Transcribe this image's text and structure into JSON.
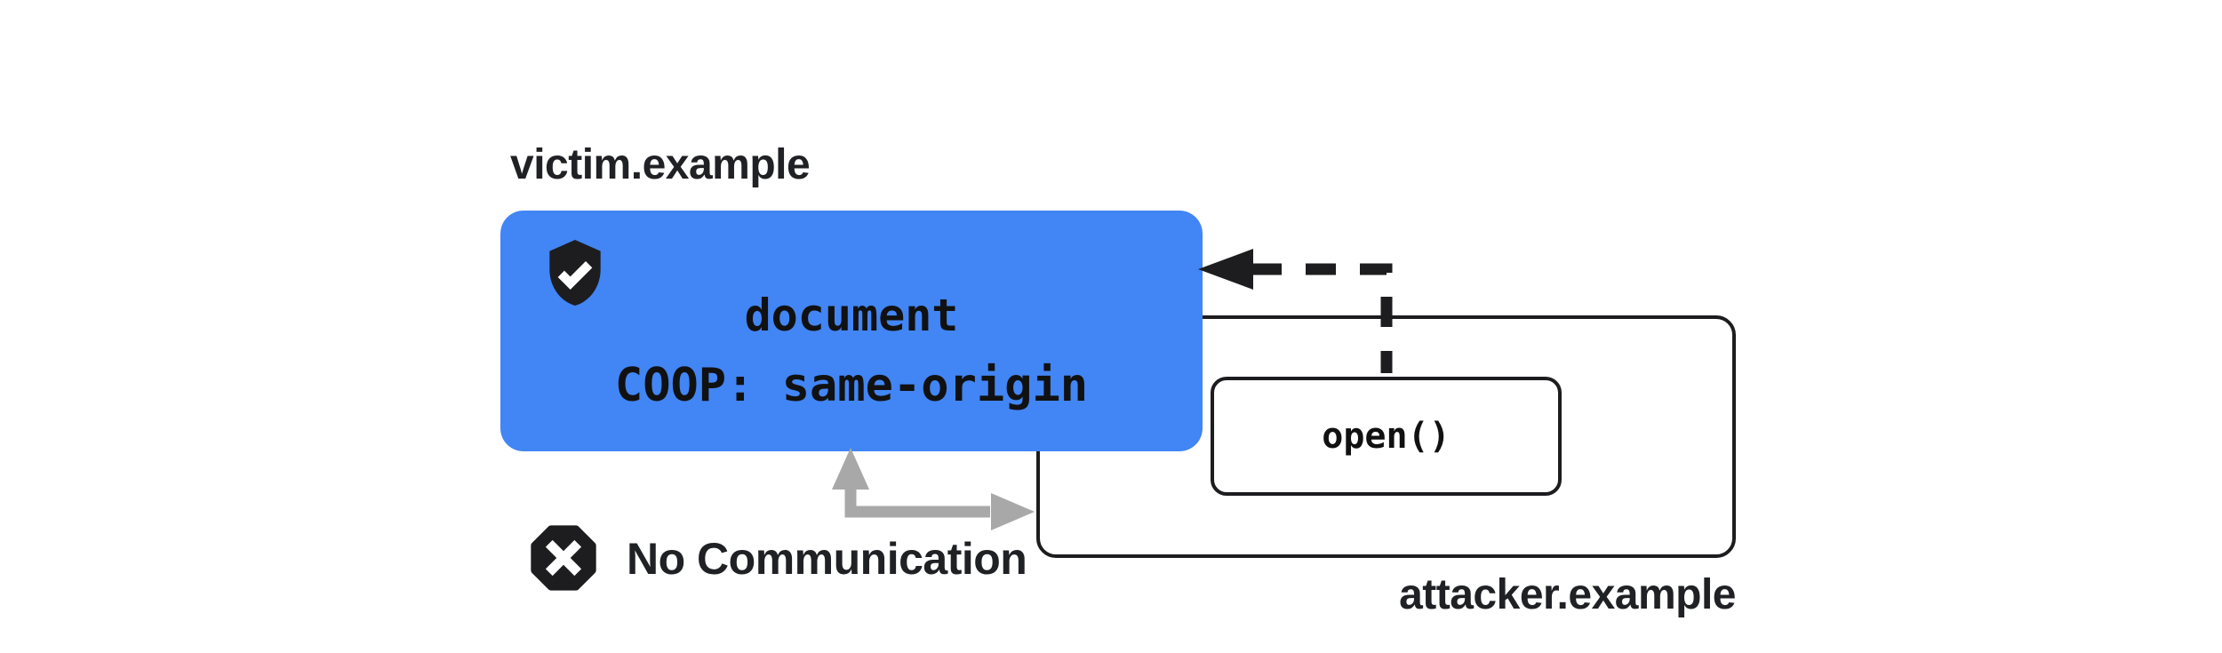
{
  "diagram": {
    "victim": {
      "domain_label": "victim.example",
      "badge_icon": "shield-check-icon",
      "document_lines": {
        "line1": "document",
        "line2": "COOP: same-origin"
      }
    },
    "attacker": {
      "domain_label": "attacker.example",
      "open_call_label": "open()"
    },
    "blocked_channel": {
      "icon": "x-octagon-icon",
      "label": "No Communication"
    },
    "arrows": {
      "dashed_arrow": "dashed-arrow-from-open-to-victim",
      "gray_arrow": "blocked-communication-elbow-arrow"
    },
    "colors": {
      "victim_box_blue": "#4285f4",
      "ink_black": "#1d1d1f",
      "text_black": "#202124",
      "gray_arrow": "#a8a8a8",
      "background": "#ffffff"
    }
  }
}
